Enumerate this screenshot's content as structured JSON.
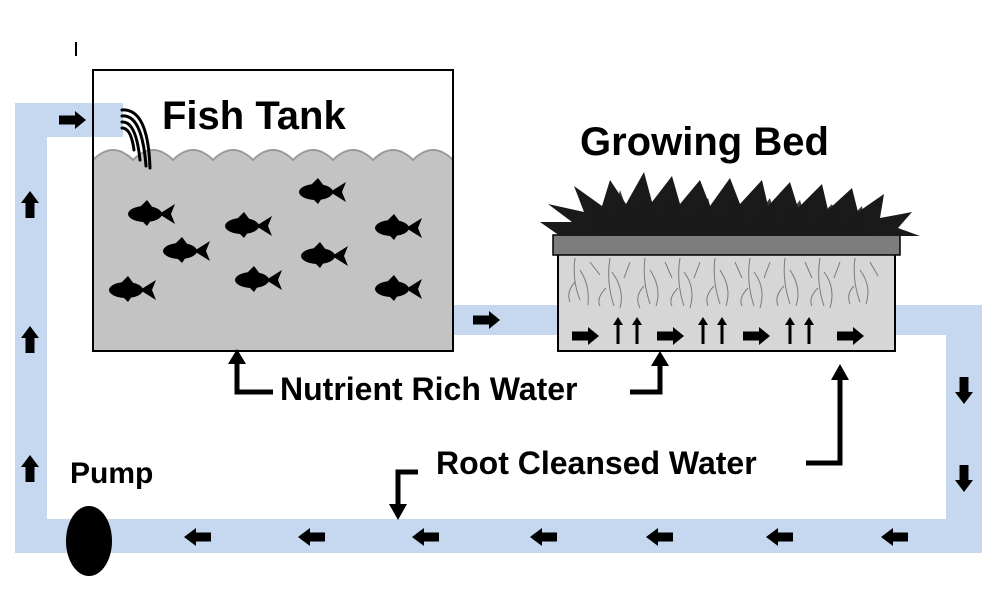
{
  "labels": {
    "fish_tank": "Fish Tank",
    "growing_bed": "Growing Bed",
    "nutrient_rich_water": "Nutrient Rich Water",
    "root_cleansed_water": "Root Cleansed Water",
    "pump": "Pump"
  },
  "colors": {
    "pipe": "#c6d8ef",
    "tank_water": "#c3c3c3",
    "bed_fill": "#d6d6d6",
    "bed_lid": "#7d7d7d",
    "ink": "#000000"
  },
  "icons": {
    "fish": "fish-icon",
    "pump": "pump-icon",
    "flow_arrow": "arrow-icon",
    "plants": "plant-foliage-icon",
    "roots": "root-icon",
    "spout": "water-spout-icon"
  }
}
